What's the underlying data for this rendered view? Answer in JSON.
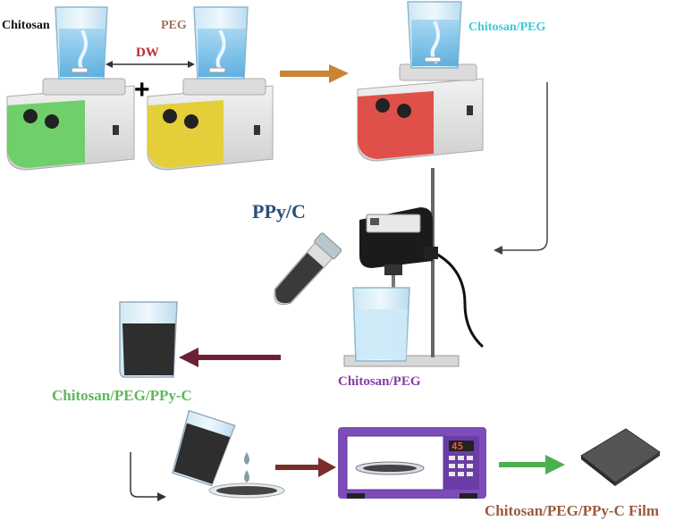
{
  "labels": {
    "chitosan": "Chitosan",
    "peg": "PEG",
    "dw": "DW",
    "plus": "+",
    "chitosan_peg_top": "Chitosan/PEG",
    "ppy_c": "PPy/C",
    "chitosan_peg_homogenizer": "Chitosan/PEG",
    "chitosan_peg_ppy_c": "Chitosan/PEG/PPy-C",
    "film": "Chitosan/PEG/PPy-C Film",
    "microwave_display": "45"
  },
  "colors": {
    "chitosan_label": "#111111",
    "peg_label": "#a0705a",
    "dw_label": "#c0282d",
    "chitosan_peg_label": "#3fc8d8",
    "ppy_c_label": "#2a4f78",
    "homogenizer_label": "#8a3aa8",
    "blend_label": "#5cb85c",
    "film_label": "#9a5a3c",
    "stirrer_green": "#6fcf6a",
    "stirrer_yellow": "#e4cf3a",
    "stirrer_red": "#e0504a",
    "arrow_orange": "#c98532",
    "arrow_maroon": "#6b2236",
    "arrow_brown": "#7a2e2a",
    "arrow_green": "#4caf50",
    "microwave_purple": "#7c4cb8"
  }
}
